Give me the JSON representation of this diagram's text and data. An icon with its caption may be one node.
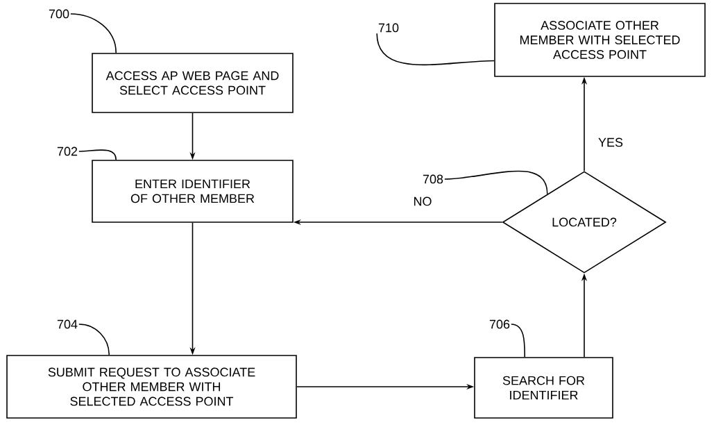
{
  "diagram": {
    "nodes": [
      {
        "text": [
          "700"
        ]
      },
      {
        "text": [
          "ACCESS AP WEB PAGE AND SELECT ACCESS POINT"
        ]
      },
      {
        "text": [
          "710"
        ]
      },
      {
        "text": [
          "ASSOCIATE OTHER MEMBER WITH SELECTED ACCESS POINT"
        ]
      },
      {
        "text": [
          "702"
        ]
      },
      {
        "text": [
          "ENTER IDENTIFIER OF OTHER MEMBER"
        ]
      },
      {
        "text": [
          "708"
        ]
      },
      {
        "text": [
          "LOCATED?"
        ]
      },
      {
        "text": [
          "704"
        ]
      },
      {
        "text": [
          "SUBMIT REQUEST TO ASSOCIATE OTHER MEMBER WITH SELECTED ACCESS POINT"
        ]
      },
      {
        "text": [
          "706"
        ]
      },
      {
        "text": [
          "SEARCH FOR IDENTIFIER"
        ]
      }
    ],
    "edges": [
      {
        "from": 1,
        "to": 5,
        "arrow": "to"
      },
      {
        "from": 5,
        "to": 9,
        "arrow": "to"
      },
      {
        "from": 9,
        "to": 11,
        "arrow": "to"
      },
      {
        "from": 11,
        "to": 7,
        "arrow": "to"
      },
      {
        "from": 7,
        "to": 3,
        "arrow": "to",
        "label": "YES"
      },
      {
        "from": 7,
        "to": 5,
        "arrow": "to",
        "label": "NO"
      },
      {
        "from": 0,
        "to": 1,
        "arrow": "none"
      },
      {
        "from": 2,
        "to": 3,
        "arrow": "none"
      },
      {
        "from": 4,
        "to": 5,
        "arrow": "none"
      },
      {
        "from": 6,
        "to": 7,
        "arrow": "none"
      },
      {
        "from": 8,
        "to": 9,
        "arrow": "none"
      },
      {
        "from": 10,
        "to": 11,
        "arrow": "none"
      }
    ]
  }
}
